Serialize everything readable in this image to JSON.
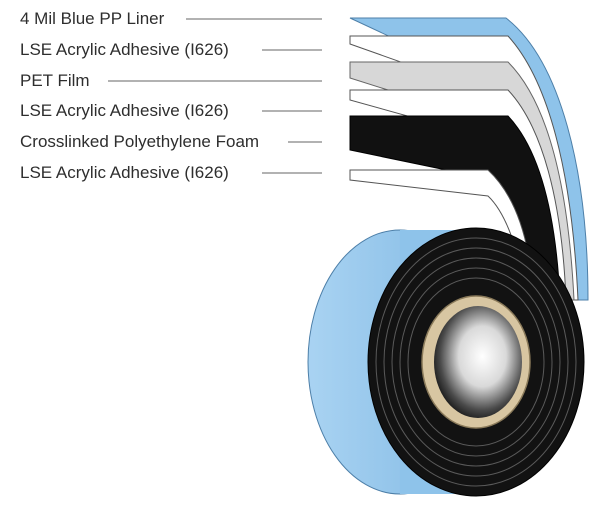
{
  "diagram": {
    "layers": [
      {
        "label": "4 Mil Blue PP Liner",
        "color": "#8ec3ea"
      },
      {
        "label": "LSE Acrylic Adhesive (I626)",
        "color": "#ffffff"
      },
      {
        "label": "PET Film",
        "color": "#d7d7d7"
      },
      {
        "label": "LSE Acrylic Adhesive (I626)",
        "color": "#ffffff"
      },
      {
        "label": "Crosslinked Polyethylene Foam",
        "color": "#111111"
      },
      {
        "label": "LSE Acrylic Adhesive (I626)",
        "color": "#ffffff"
      }
    ],
    "colors": {
      "core": "#d8c6a2",
      "outline": "#555555",
      "leader": "#666666",
      "core_hole": "#1a1a1a"
    }
  }
}
